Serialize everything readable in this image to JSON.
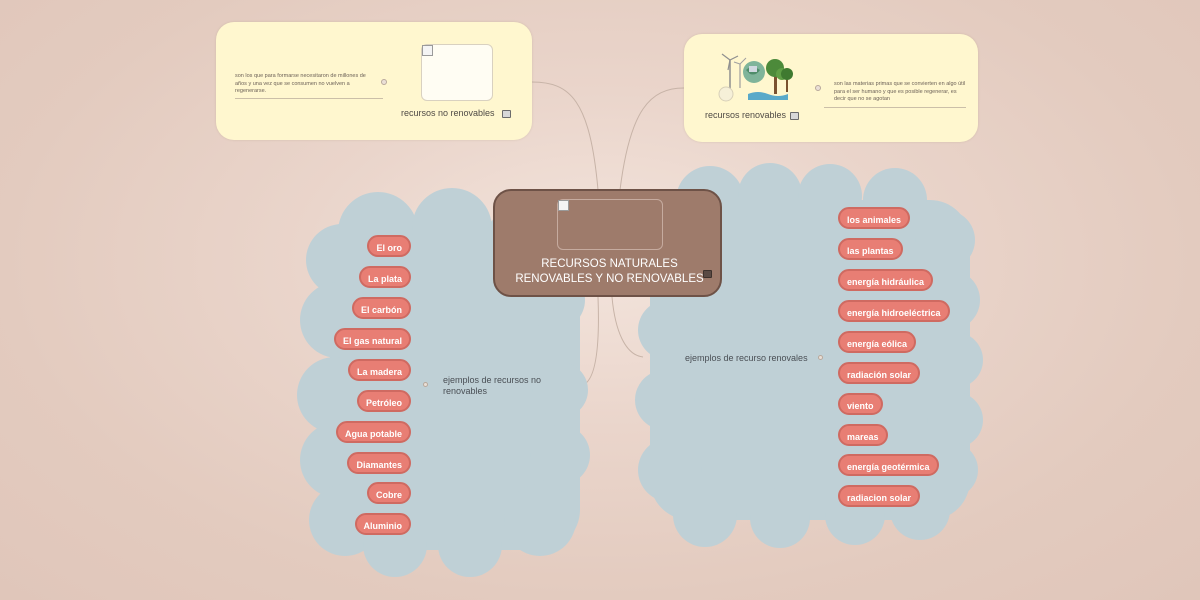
{
  "central": {
    "title_line1": "RECURSOS NATURALES",
    "title_line2": "RENOVABLES Y NO RENOVABLES"
  },
  "no_renovables_card": {
    "label": "recursos no renovables",
    "note": "son los que para formarse necesitaron de millones de años y una vez que se consumen no vuelven a regenerarse."
  },
  "renovables_card": {
    "label": "recursos renovables",
    "note": "son las materias primas que se convierten en algo útil para el ser humano y que es posible regenerar, es decir que no se agotan"
  },
  "left_branch": {
    "label": "ejemplos de recursos no renovables",
    "items": [
      "El oro",
      "La plata",
      "El carbón",
      "El gas natural",
      "La madera",
      "Petróleo",
      "Agua potable",
      "Diamantes",
      "Cobre",
      "Aluminio"
    ]
  },
  "right_branch": {
    "label": "ejemplos de recurso renovales",
    "items": [
      "los animales",
      "las plantas",
      "energía hidráulica",
      "energía hidroeléctrica",
      "energía eólica",
      "radiación solar",
      "viento",
      "mareas",
      "energía geotérmica",
      "radiacion solar"
    ]
  },
  "colors": {
    "pill": "#e87e74",
    "central": "#9e7b6b",
    "cloud": "#bfd0d6",
    "note": "#fff7cf"
  }
}
